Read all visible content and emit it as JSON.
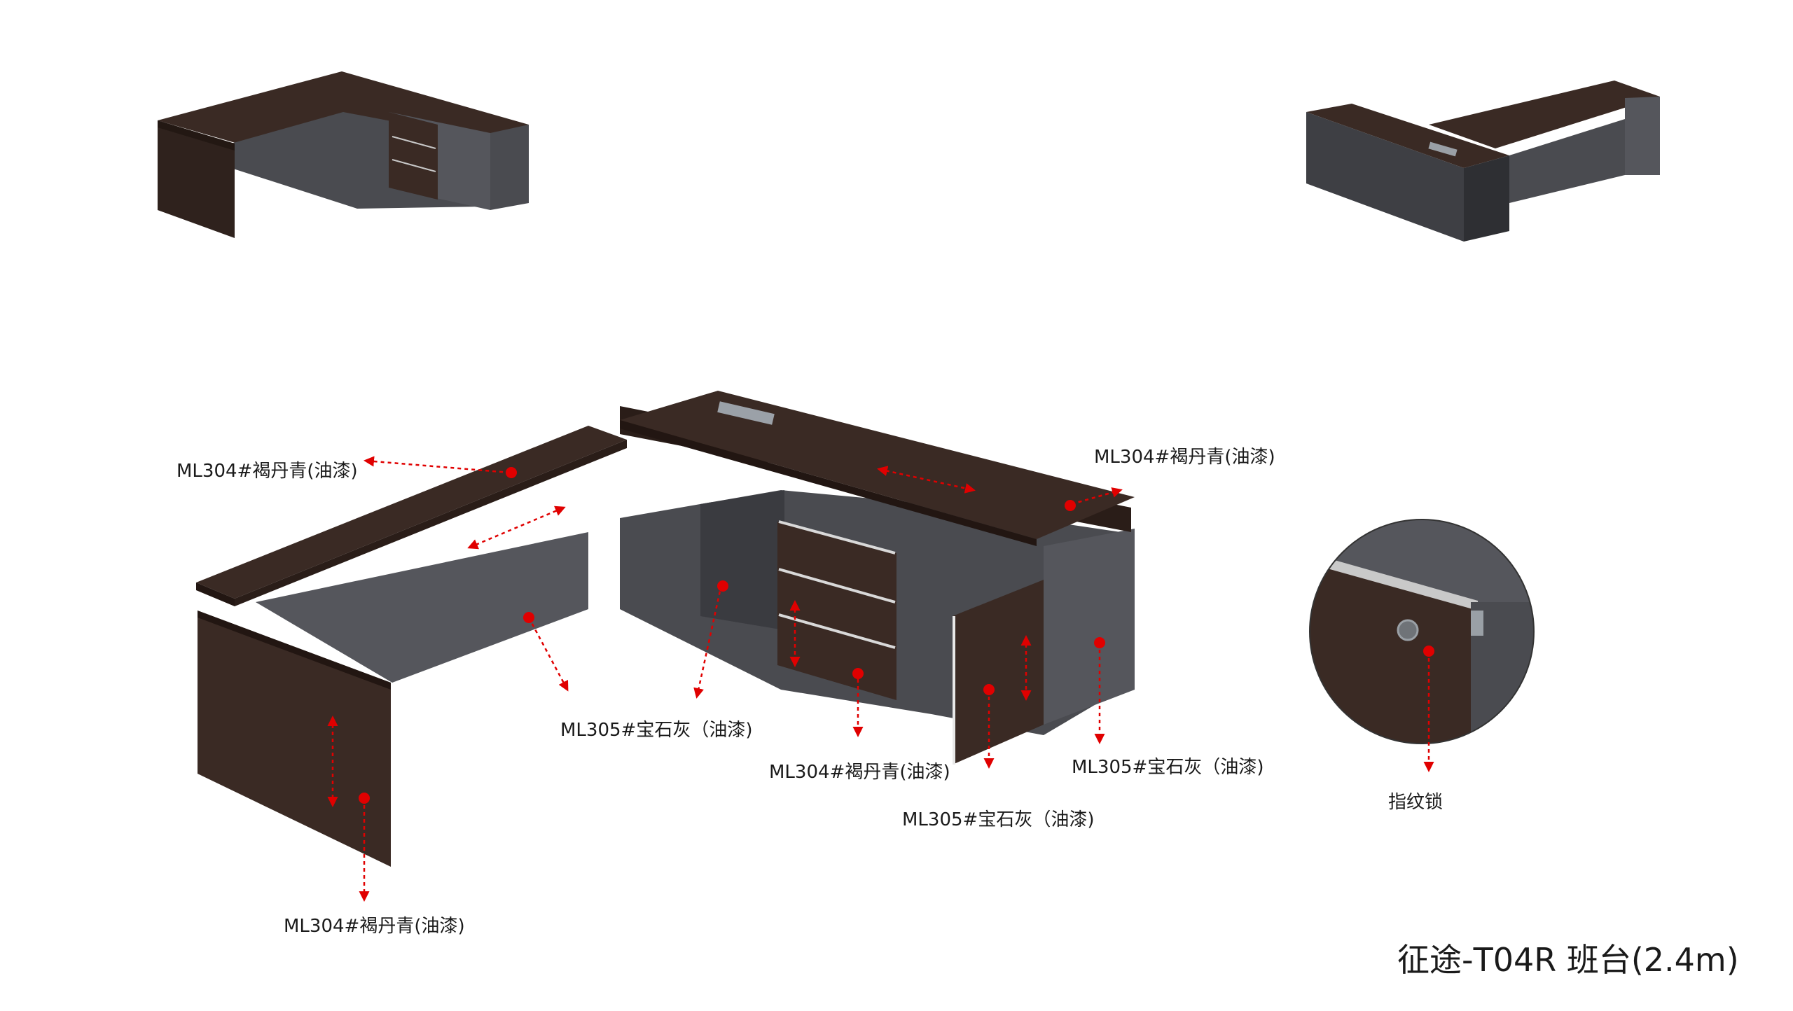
{
  "title": "征途-T04R 班台(2.4m)",
  "colors": {
    "wood": "#3a2a24",
    "wood_dark": "#2a1d18",
    "gray": "#55565c",
    "gray_dark": "#3e3f44",
    "marker": "#e00000"
  },
  "labels": {
    "top_left": "ML304#褐丹青(油漆)",
    "top_right": "ML304#褐丹青(油漆)",
    "mid_gray": "ML305#宝石灰（油漆)",
    "drawer": "ML304#褐丹青(油漆)",
    "door": "ML305#宝石灰（油漆)",
    "side_gray": "ML305#宝石灰（油漆)",
    "leg": "ML304#褐丹青(油漆)",
    "lock": "指纹锁"
  }
}
